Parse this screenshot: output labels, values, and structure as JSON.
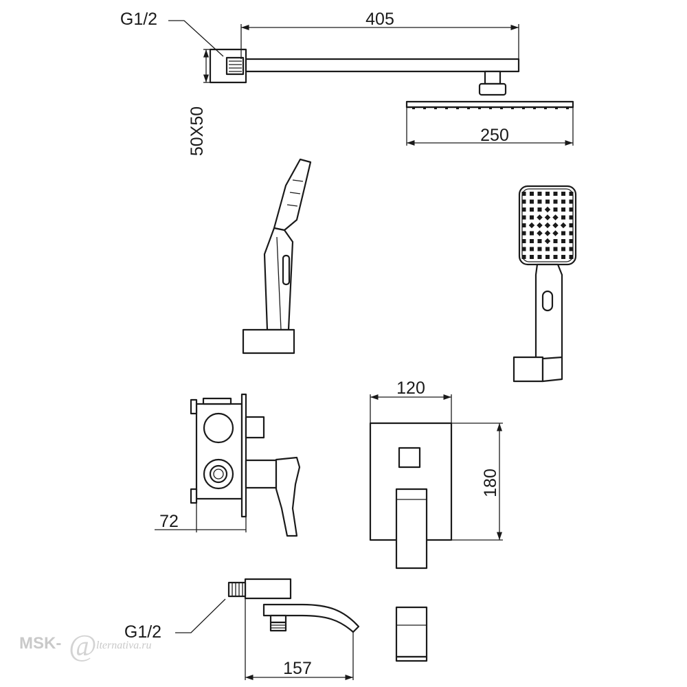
{
  "dimensions": {
    "inlet_top": "G1/2",
    "arm_length": "405",
    "wall_flange": "50X50",
    "head_width": "250",
    "mixer_width": "120",
    "mixer_height": "180",
    "box_depth": "72",
    "inlet_bottom": "G1/2",
    "spout_length": "157"
  },
  "watermark": {
    "prefix": "MSK-",
    "at_sign": "@",
    "suffix": "lternativa.ru"
  }
}
